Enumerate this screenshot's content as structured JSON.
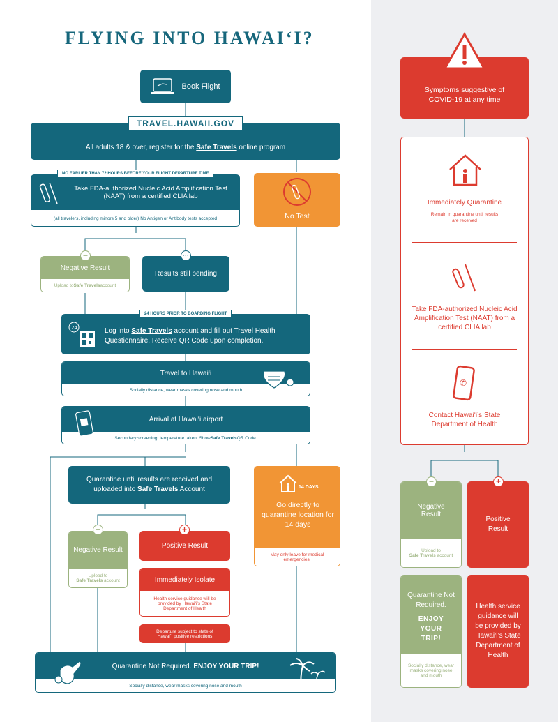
{
  "title": "FLYING INTO HAWAI‘I?",
  "book_flight": "Book Flight",
  "url": "TRAVEL.HAWAII.GOV",
  "register": {
    "pre": "All adults 18 & over, register for the ",
    "link": "Safe Travels",
    "post": " online program"
  },
  "tag_72": "NO EARLIER THAN 72 HOURS BEFORE YOUR FLIGHT DEPARTURE TIME",
  "naat": {
    "text": "Take FDA-authorized Nucleic Acid Amplification Test (NAAT) from a certified CLIA lab",
    "sub": "(all travelers, including minors 5 and older) No Antigen or Antibody tests accepted"
  },
  "no_test": "No Test",
  "negative": {
    "label": "Negative Result",
    "sub_pre": "Upload to ",
    "sub_link": "Safe Travels",
    "sub_post": " account"
  },
  "pending": "Results still pending",
  "tag_24": "24 HOURS PRIOR TO BOARDING FLIGHT",
  "login": {
    "pre": "Log into ",
    "link": "Safe Travels",
    "mid": " account and fill out Travel Health Questionnaire. Receive QR Code upon completion."
  },
  "travel": {
    "label": "Travel to Hawai‘i",
    "sub": "Socially distance, wear masks covering nose and mouth"
  },
  "arrival": {
    "label": "Arrival at Hawai‘i airport",
    "sub_pre": "Secondary screening; temperature taken. Show ",
    "sub_link": "Safe Travels",
    "sub_post": " QR Code."
  },
  "quarantine_until": {
    "pre": "Quarantine until results are received and uploaded into ",
    "link": "Safe Travels",
    "post": " Account"
  },
  "days14": {
    "badge": "14 DAYS",
    "label": "Go directly to quarantine location for 14 days",
    "sub": "May only leave for medical emergencies."
  },
  "neg2": {
    "label": "Negative Result",
    "sub_pre": "Upload to ",
    "sub_link": "Safe Travels",
    "sub_post": " account"
  },
  "positive": "Positive Result",
  "isolate": {
    "label": "Immediately Isolate",
    "sub": "Health service guidance will be provided by Hawai‘i’s State Department of Health"
  },
  "departure": "Departure subject to state of Hawai`i positive restrictions",
  "final": {
    "pre": "Quarantine Not Required.  ",
    "bold": "ENJOY YOUR TRIP!",
    "sub": "Socially distance, wear masks covering nose and mouth"
  },
  "right": {
    "symptoms": "Symptoms suggestive of COVID-19 at any time",
    "quarantine": "Immediately Quarantine",
    "quarantine_sub": "Remain in quarantine until results are received",
    "naat": "Take FDA-authorized Nucleic Acid Amplification Test (NAAT) from a certified CLIA lab",
    "contact": "Contact Hawai‘i’s State Department of Health",
    "negative": "Negative Result",
    "neg_sub_pre": "Upload to ",
    "neg_sub_link": "Safe Travels",
    "neg_sub_post": " account",
    "positive": "Positive Result",
    "qnr": "Quarantine Not Required.",
    "enjoy": "ENJOY YOUR TRIP!",
    "qnr_sub": "Socially distance, wear masks covering nose and mouth",
    "health": "Health service guidance will be provided by Hawai‘i’s State Department of Health"
  },
  "colors": {
    "teal": "#14677c",
    "orange": "#f19535",
    "red": "#dc3b2f",
    "green": "#9cb37f"
  }
}
